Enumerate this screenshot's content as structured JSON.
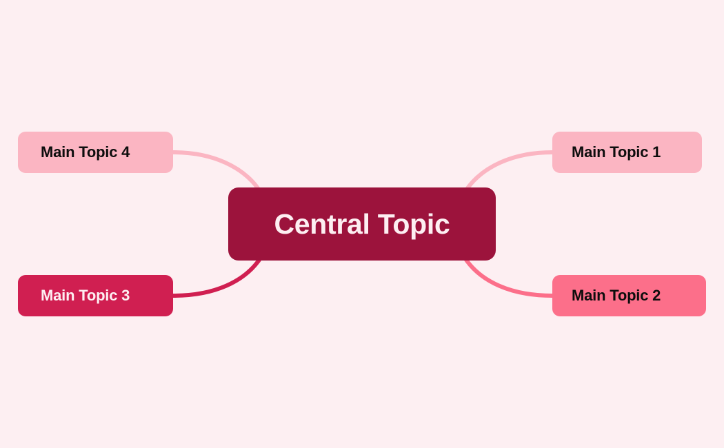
{
  "diagram": {
    "type": "mindmap",
    "background_color": "#fdeff2",
    "central": {
      "label": "Central Topic",
      "fill": "#9c133c",
      "text_color": "#fdeff2"
    },
    "nodes": [
      {
        "id": "topic1",
        "label": "Main Topic 1",
        "fill": "#fbb5c2",
        "text_color": "#0d0d0d",
        "edge_color": "#fbb5c2",
        "position": "top-right"
      },
      {
        "id": "topic2",
        "label": "Main Topic 2",
        "fill": "#fc6f8a",
        "text_color": "#0d0d0d",
        "edge_color": "#fc6f8a",
        "position": "bottom-right"
      },
      {
        "id": "topic3",
        "label": "Main Topic 3",
        "fill": "#d01f51",
        "text_color": "#fdeff2",
        "edge_color": "#d01f51",
        "position": "bottom-left"
      },
      {
        "id": "topic4",
        "label": "Main Topic 4",
        "fill": "#fbb5c2",
        "text_color": "#0d0d0d",
        "edge_color": "#fbb5c2",
        "position": "top-left"
      }
    ]
  }
}
